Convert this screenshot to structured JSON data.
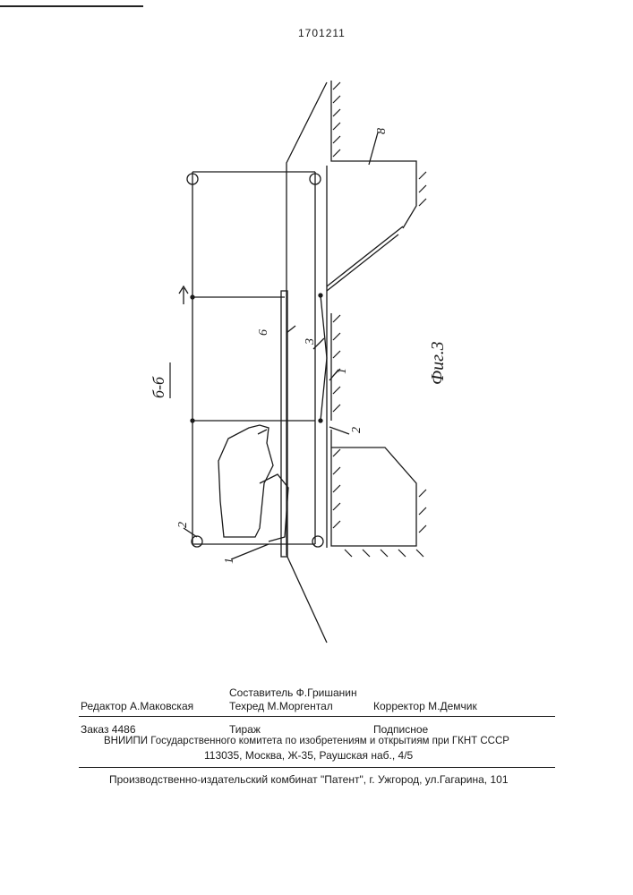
{
  "patent_number": "1701211",
  "figure": {
    "section_label": "б-б",
    "figure_label": "Фиг.3",
    "callouts": {
      "c8": "8",
      "c6": "6",
      "c3": "3",
      "c1_right": "1",
      "c2_right": "2",
      "c2_left": "2",
      "c1_left": "1"
    }
  },
  "footer": {
    "editor": "Редактор  А.Маковская",
    "compiler": "Составитель  Ф.Гришанин",
    "techred": "Техред М.Моргентал",
    "corrector": "Корректор   М.Демчик",
    "order": "Заказ 4486",
    "circulation": "Тираж",
    "subscription": "Подписное",
    "institute": "ВНИИПИ Государственного комитета по изобретениям и открытиям при ГКНТ СССР",
    "address": "113035, Москва, Ж-35, Раушская наб., 4/5",
    "publisher": "Производственно-издательский комбинат \"Патент\", г. Ужгород, ул.Гагарина, 101"
  }
}
